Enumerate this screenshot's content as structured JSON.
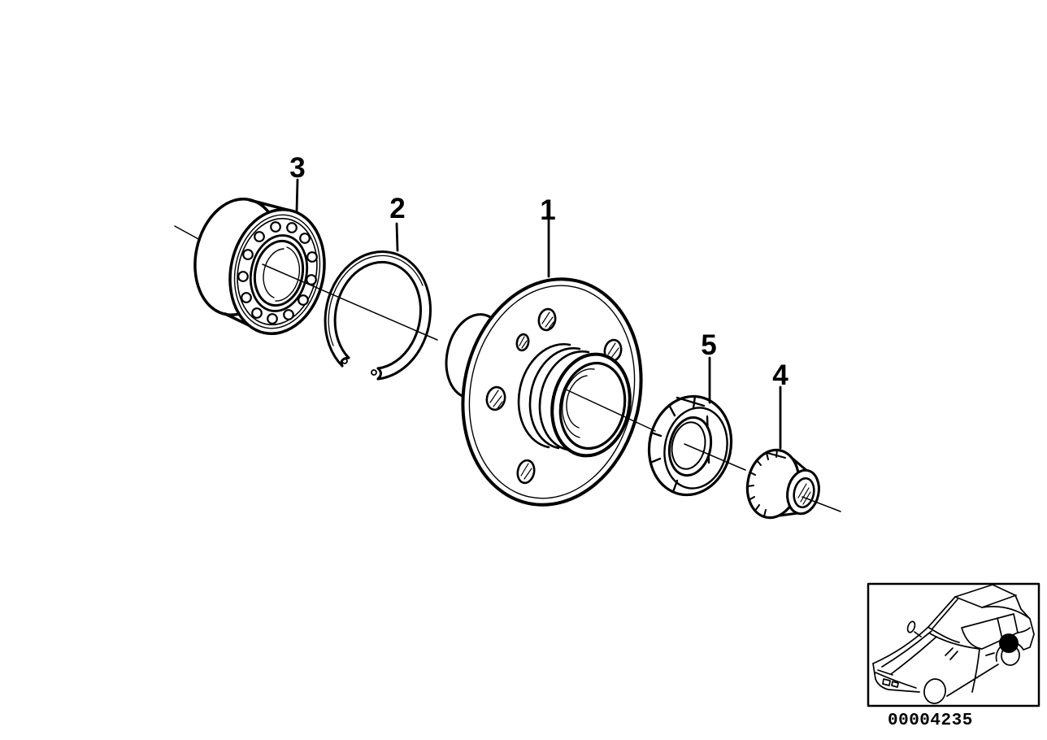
{
  "page": {
    "background_color": "#ffffff",
    "line_color": "#000000"
  },
  "diagram": {
    "kind": "exploded-parts-diagram",
    "callouts": [
      {
        "label": "1"
      },
      {
        "label": "2"
      },
      {
        "label": "3"
      },
      {
        "label": "4"
      },
      {
        "label": "5"
      }
    ]
  },
  "thumbnail": {
    "icon": "car-silhouette-icon",
    "marker_icon": "rear-hub-location-dot",
    "code": "00004235"
  }
}
